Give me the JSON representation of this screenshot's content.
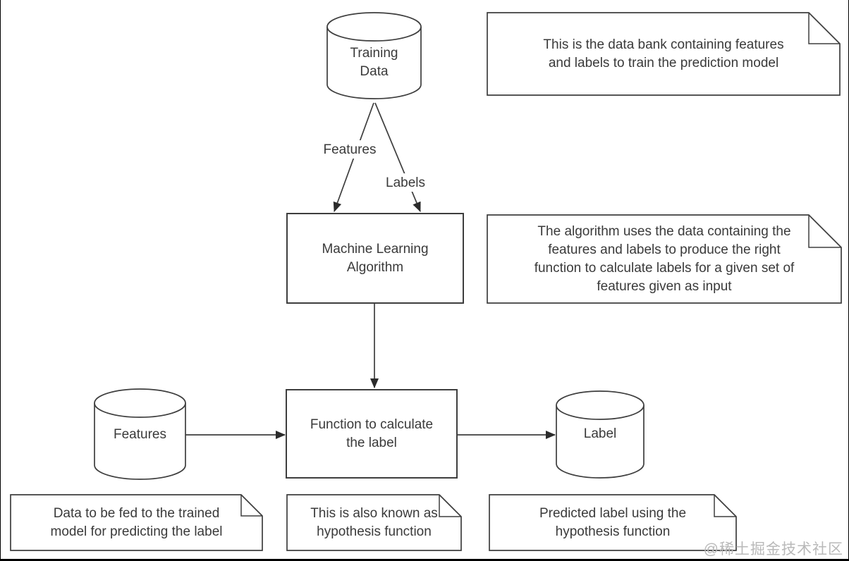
{
  "diagram": {
    "nodes": {
      "training_data": {
        "label_lines": [
          "Training",
          "Data"
        ]
      },
      "ml_algorithm": {
        "label_lines": [
          "Machine Learning",
          "Algorithm"
        ]
      },
      "function": {
        "label_lines": [
          "Function to calculate",
          "the label"
        ]
      },
      "features_store": {
        "label_lines": [
          "Features"
        ]
      },
      "label_store": {
        "label_lines": [
          "Label"
        ]
      }
    },
    "edge_labels": {
      "features": "Features",
      "labels": "Labels"
    },
    "notes": {
      "training_data_note": {
        "lines": [
          "This is the data bank containing features",
          "and labels to train the prediction model"
        ]
      },
      "algorithm_note": {
        "lines": [
          "The algorithm uses the data containing the",
          "features and labels to produce the right",
          "function to calculate labels for a given set of",
          "features given as input"
        ]
      },
      "features_note": {
        "lines": [
          "Data to be fed to the trained",
          "model for predicting the label"
        ]
      },
      "function_note": {
        "lines": [
          "This is also known as",
          "hypothesis function"
        ]
      },
      "label_note": {
        "lines": [
          "Predicted label using the",
          "hypothesis function"
        ]
      }
    }
  },
  "watermark": "@稀土掘金技术社区",
  "colors": {
    "stroke": "#3e3e3e",
    "text": "#3a3a3a",
    "arrowhead": "#2b2b2b",
    "watermark": "#b9b9b9",
    "background": "#ffffff",
    "frame": "#000000"
  }
}
